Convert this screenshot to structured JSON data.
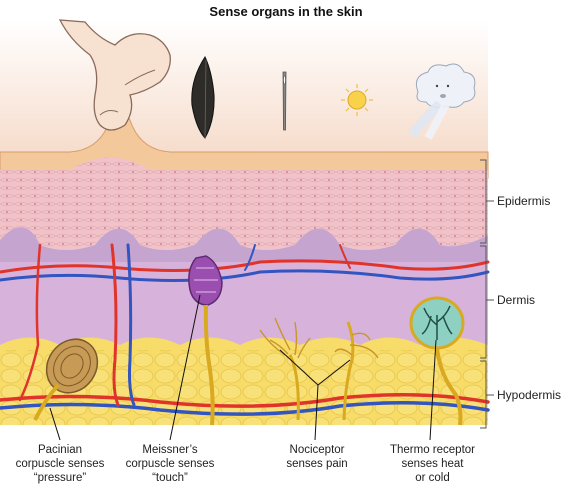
{
  "title": "Sense organs in the skin",
  "layers": {
    "epidermis": "Epidermis",
    "dermis": "Dermis",
    "hypodermis": "Hypodermis"
  },
  "captions": {
    "pacinian": [
      "Pacinian",
      "corpuscle senses",
      "“pressure”"
    ],
    "meissner": [
      "Meissner’s",
      "corpuscle senses",
      "“touch”"
    ],
    "nociceptor": [
      "Nociceptor",
      "senses pain"
    ],
    "thermo": [
      "Thermo receptor",
      "senses heat",
      "or cold"
    ]
  },
  "colors": {
    "surface": "#f3c89b",
    "epidermis": "#f1c3c8",
    "dermis": "#d7b3db",
    "hypodermis": "#f7dc6a",
    "artery": "#e0342b",
    "vein": "#3355c0",
    "nerve": "#d9a920"
  },
  "stimuli_icons": [
    "hand-icon",
    "feather-icon",
    "needle-icon",
    "sun-icon",
    "cold-wind-icon"
  ]
}
